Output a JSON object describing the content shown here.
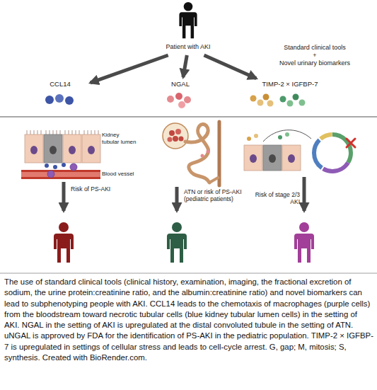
{
  "diagram": {
    "caption": "The use of standard clinical tools (clinical history, examination, imaging, the fractional excretion of sodium, the urine protein:creatinine ratio, and the albumin:creatinine ratio) and novel biomarkers can lead to subphenotyping people with AKI. CCL14 leads to the chemotaxis of macrophages (purple cells) from the bloodstream toward necrotic tubular cells (blue kidney tubular lumen cells) in the setting of AKI. NGAL in the setting of AKI is upregulated at the distal convoluted tubule in the setting of ATN. uNGAL is approved by FDA for the identification of PS-AKI in the pediatric population. TIMP-2 × IGFBP-7 is upregulated in settings of cellular stress and leads to cell-cycle arrest. G, gap; M, mitosis; S, synthesis. Created with BioRender.com.",
    "nodes": [
      {
        "text": [
          "Patient with AKI"
        ]
      },
      {
        "text": [
          "CCL14"
        ]
      },
      {
        "text": [
          "NGAL"
        ]
      },
      {
        "text": [
          "TIMP-2 × IGFBP-7"
        ]
      }
    ],
    "edges": [
      {
        "from": 0,
        "to": 1,
        "arrow": "to"
      },
      {
        "from": 0,
        "to": 2,
        "arrow": "to"
      },
      {
        "from": 0,
        "to": 3,
        "arrow": "to"
      }
    ],
    "labels": [
      "Standard clinical tools",
      "+",
      "Novel urinary biomarkers",
      "Kidney tubular lumen",
      "Blood vessel",
      "Risk of PS-AKI",
      "ATN or risk of PS-AKI (pediatric patients)",
      "Risk of stage 2/3 AKI"
    ]
  }
}
